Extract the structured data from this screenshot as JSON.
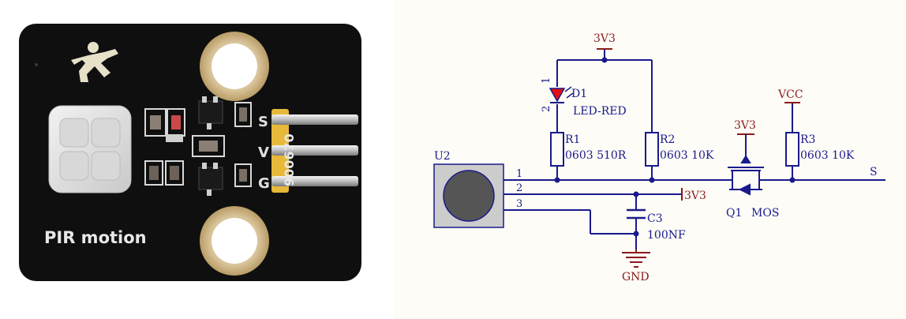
{
  "board": {
    "label": "PIR motion",
    "pin_labels": [
      "S",
      "V",
      "G"
    ],
    "silk_code": "900670",
    "colors": {
      "pcb": "#0f0f0f",
      "pad_gold": "#d9c49a",
      "header": "#e6b93a"
    }
  },
  "schematic": {
    "supply_top": "3V3",
    "led": {
      "ref": "D1",
      "value": "LED-RED",
      "pin1": "1",
      "pin2": "2"
    },
    "r1": {
      "ref": "R1",
      "value": "0603 510R"
    },
    "r2": {
      "ref": "R2",
      "value": "0603 10K"
    },
    "r3": {
      "ref": "R3",
      "value": "0603 10K"
    },
    "sensor": {
      "ref": "U2",
      "pins": [
        "1",
        "2",
        "3"
      ]
    },
    "pin2_supply": "3V3",
    "c3": {
      "ref": "C3",
      "value": "100NF"
    },
    "gnd": "GND",
    "mosfet": {
      "supply": "3V3",
      "ref": "Q1",
      "value": "MOS"
    },
    "vcc": "VCC",
    "signal": "S",
    "colors": {
      "wire": "#1a1a8c",
      "power": "#8b1a1a",
      "led": "#e01010",
      "sensor_body": "#cccccc",
      "sensor_dome": "#555555"
    }
  }
}
